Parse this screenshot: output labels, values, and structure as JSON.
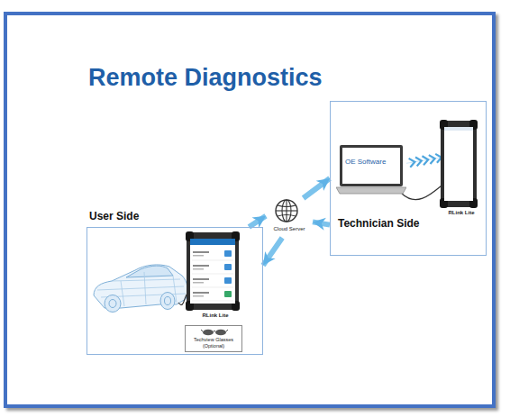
{
  "diagram": {
    "title": "Remote Diagnostics",
    "nodes": [
      {
        "text": [
          "Technician Side"
        ]
      },
      {
        "text": [
          "OE Software"
        ],
        "in": 0
      },
      {
        "text": [
          "RLink Lite"
        ],
        "in": 0
      },
      {
        "text": [
          "Cloud Server"
        ]
      },
      {
        "text": [
          "User Side"
        ]
      },
      {
        "text": [
          "RLink Lite"
        ],
        "in": 4
      },
      {
        "text": [
          "Techview Glasses (Optional)"
        ],
        "in": 4
      }
    ],
    "edges": [
      {
        "from": 1,
        "to": 2,
        "arrow": "to"
      },
      {
        "from": 3,
        "to": 0,
        "arrow": "to"
      },
      {
        "from": 0,
        "to": 3,
        "arrow": "to"
      },
      {
        "from": 4,
        "to": 3,
        "arrow": "to"
      },
      {
        "from": 3,
        "to": 4,
        "arrow": "to"
      }
    ]
  }
}
